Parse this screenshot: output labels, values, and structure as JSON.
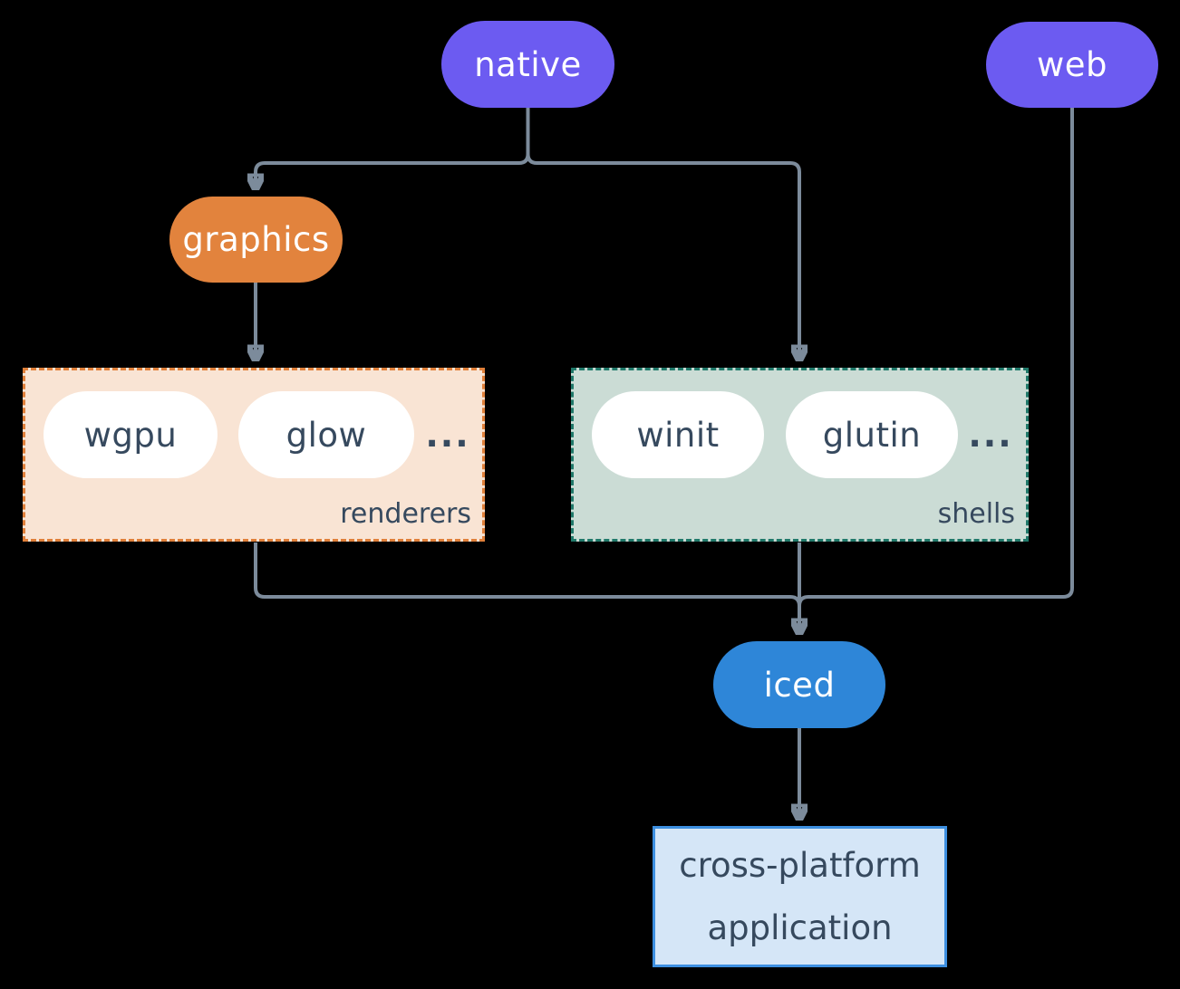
{
  "palette": {
    "bg": "#000000",
    "line": "#7C8B9B",
    "purple": "#6C5BF1",
    "orange": "#E2833D",
    "blue": "#2E86D8",
    "dark-text": "#36495E",
    "renderers-fill": "#F9E4D4",
    "renderers-border": "#E0803A",
    "shells-fill": "#CBDCD5",
    "shells-border": "#20796A",
    "app-fill": "#D5E6F7",
    "app-border": "#3D8FE0"
  },
  "nodes": {
    "native": {
      "label": "native"
    },
    "web": {
      "label": "web"
    },
    "graphics": {
      "label": "graphics"
    },
    "iced": {
      "label": "iced"
    },
    "app": {
      "line1": "cross-platform",
      "line2": "application"
    }
  },
  "groups": {
    "renderers": {
      "label": "renderers",
      "items": [
        "wgpu",
        "glow"
      ],
      "ellipsis": "..."
    },
    "shells": {
      "label": "shells",
      "items": [
        "winit",
        "glutin"
      ],
      "ellipsis": "..."
    }
  }
}
